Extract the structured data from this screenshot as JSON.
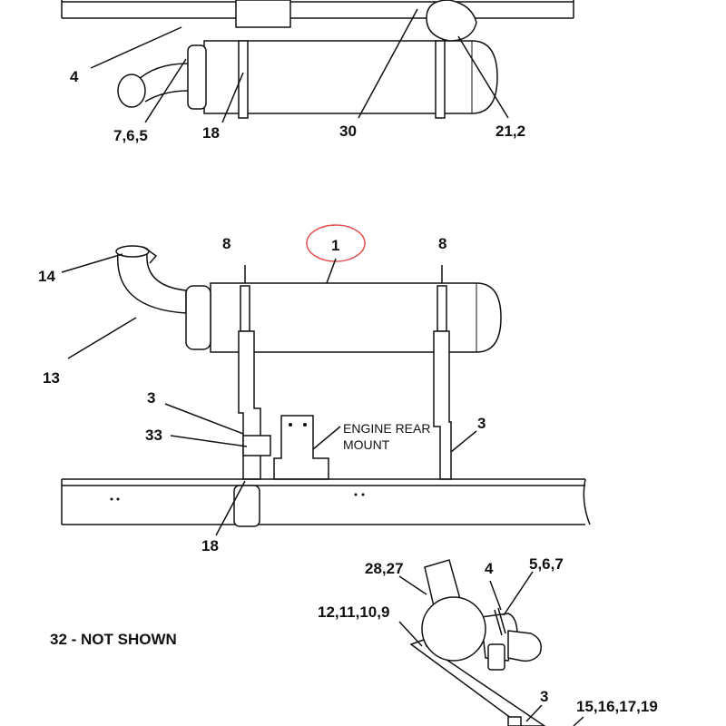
{
  "top_view": {
    "callouts": [
      "4",
      "7,6,5",
      "18",
      "30",
      "21,2"
    ]
  },
  "side_view": {
    "main_part": "1",
    "callouts": {
      "bracket_left": "8",
      "bracket_right": "8",
      "elbow_outlet": "14",
      "elbow_pipe": "13",
      "support_left": "3",
      "spacer": "33",
      "support_right": "3",
      "lower_bolt": "18"
    },
    "engine_mount_label_line1": "ENGINE REAR",
    "engine_mount_label_line2": "MOUNT",
    "highlight_color": "#e05050"
  },
  "end_view": {
    "callouts": {
      "clamp": "28,27",
      "band": "4",
      "hardware": "5,6,7",
      "fasteners": "12,11,10,9",
      "support": "3",
      "mount_hw": "15,16,17,19"
    }
  },
  "note": "32 - NOT SHOWN"
}
